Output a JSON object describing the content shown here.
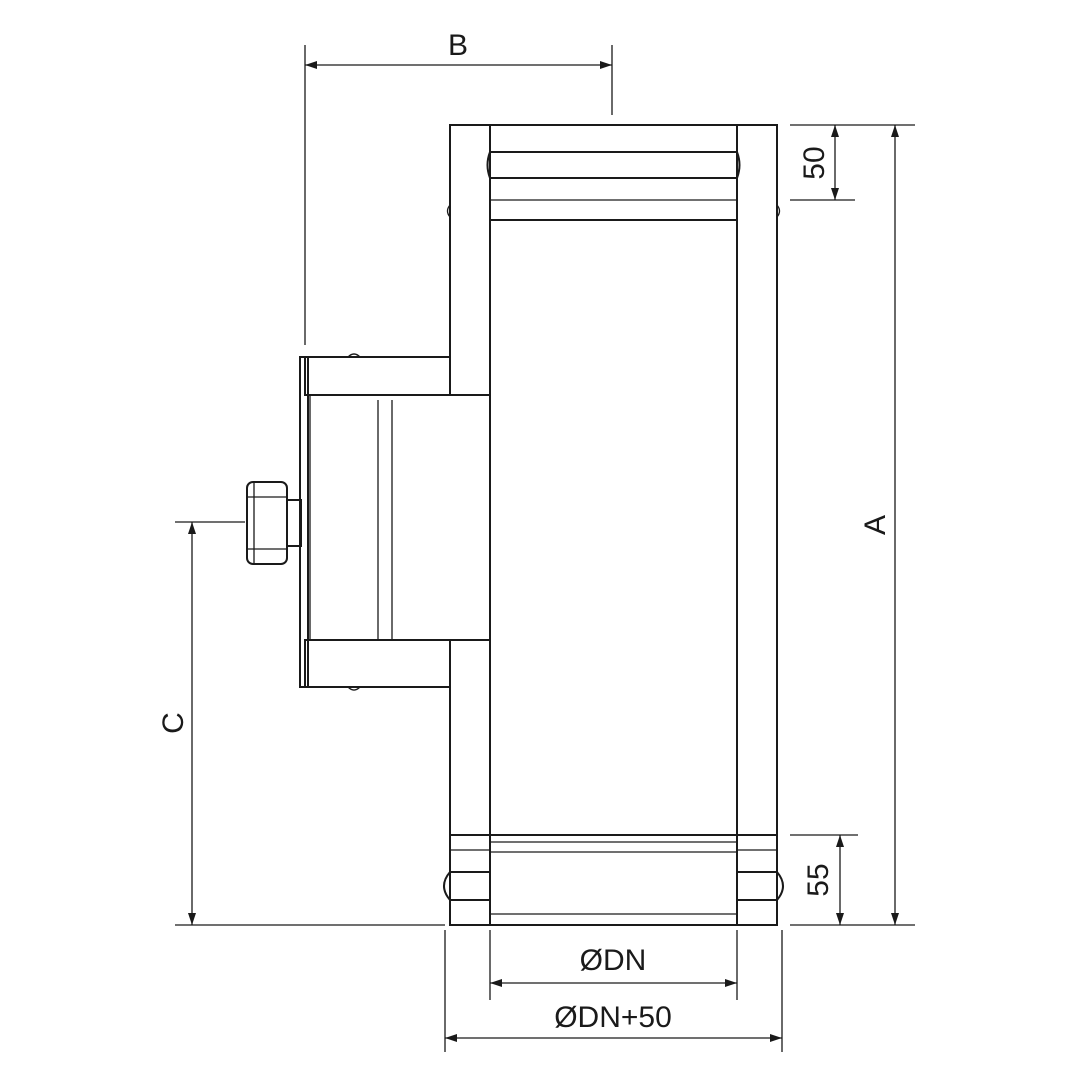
{
  "dimensions": {
    "a": "A",
    "b": "B",
    "c": "C",
    "top_collar": "50",
    "bottom_collar": "55",
    "inner_diameter": "ØDN",
    "outer_diameter": "ØDN+50"
  }
}
